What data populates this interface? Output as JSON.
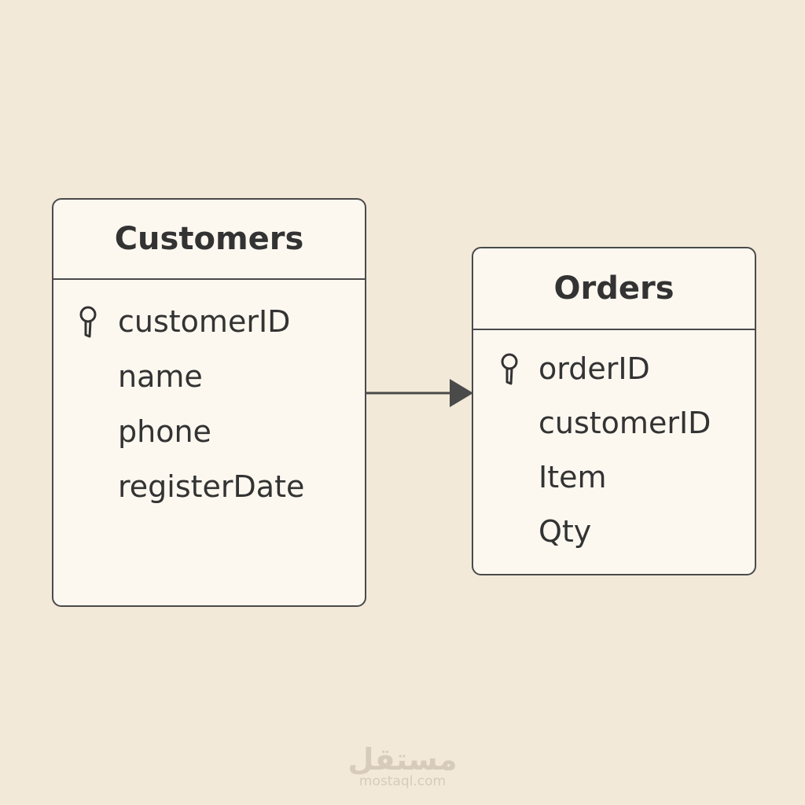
{
  "entities": {
    "customers": {
      "title": "Customers",
      "attributes": [
        "customerID",
        "name",
        "phone",
        "registerDate"
      ],
      "primary_key": "customerID"
    },
    "orders": {
      "title": "Orders",
      "attributes": [
        "orderID",
        "customerID",
        "Item",
        "Qty"
      ],
      "primary_key": "orderID"
    }
  },
  "relationship": {
    "from": "Customers",
    "to": "Orders"
  },
  "icons": {
    "primary_key": "key-icon"
  },
  "colors": {
    "background": "#f3e9d9",
    "box_fill": "#fcf8f0",
    "stroke": "#4a4a4a",
    "text": "#333333"
  },
  "watermark": {
    "logo": "مستقل",
    "domain": "mostaql.com"
  }
}
